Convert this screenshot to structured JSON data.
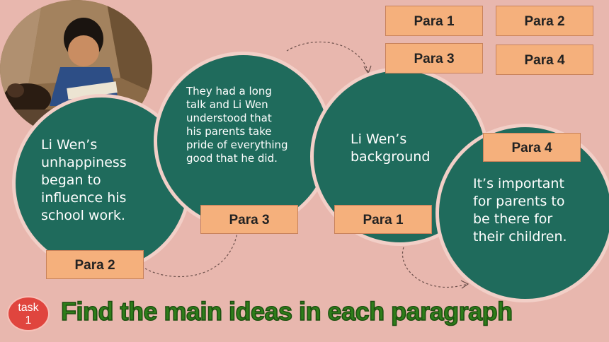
{
  "top_options": [
    "Para 1",
    "Para 2",
    "Para 3",
    "Para 4"
  ],
  "circles": [
    {
      "text": "Li Wen’s unhappiness began to influence his school work.",
      "label": "Para 2"
    },
    {
      "text": "They had a long talk and Li Wen understood that his parents take pride of everything good that he did.",
      "label": "Para 3"
    },
    {
      "text": "Li Wen’s background",
      "label": "Para 1"
    },
    {
      "text": "It’s important for parents to be there for their children.",
      "label": "Para 4"
    }
  ],
  "task": {
    "word": "task",
    "number": "1"
  },
  "title": "Find the main ideas in each paragraph",
  "colors": {
    "background": "#e8b7ae",
    "circle": "#1f6b5c",
    "label": "#f5b07c",
    "title": "#2e7d1a",
    "badge": "#e0453e"
  }
}
